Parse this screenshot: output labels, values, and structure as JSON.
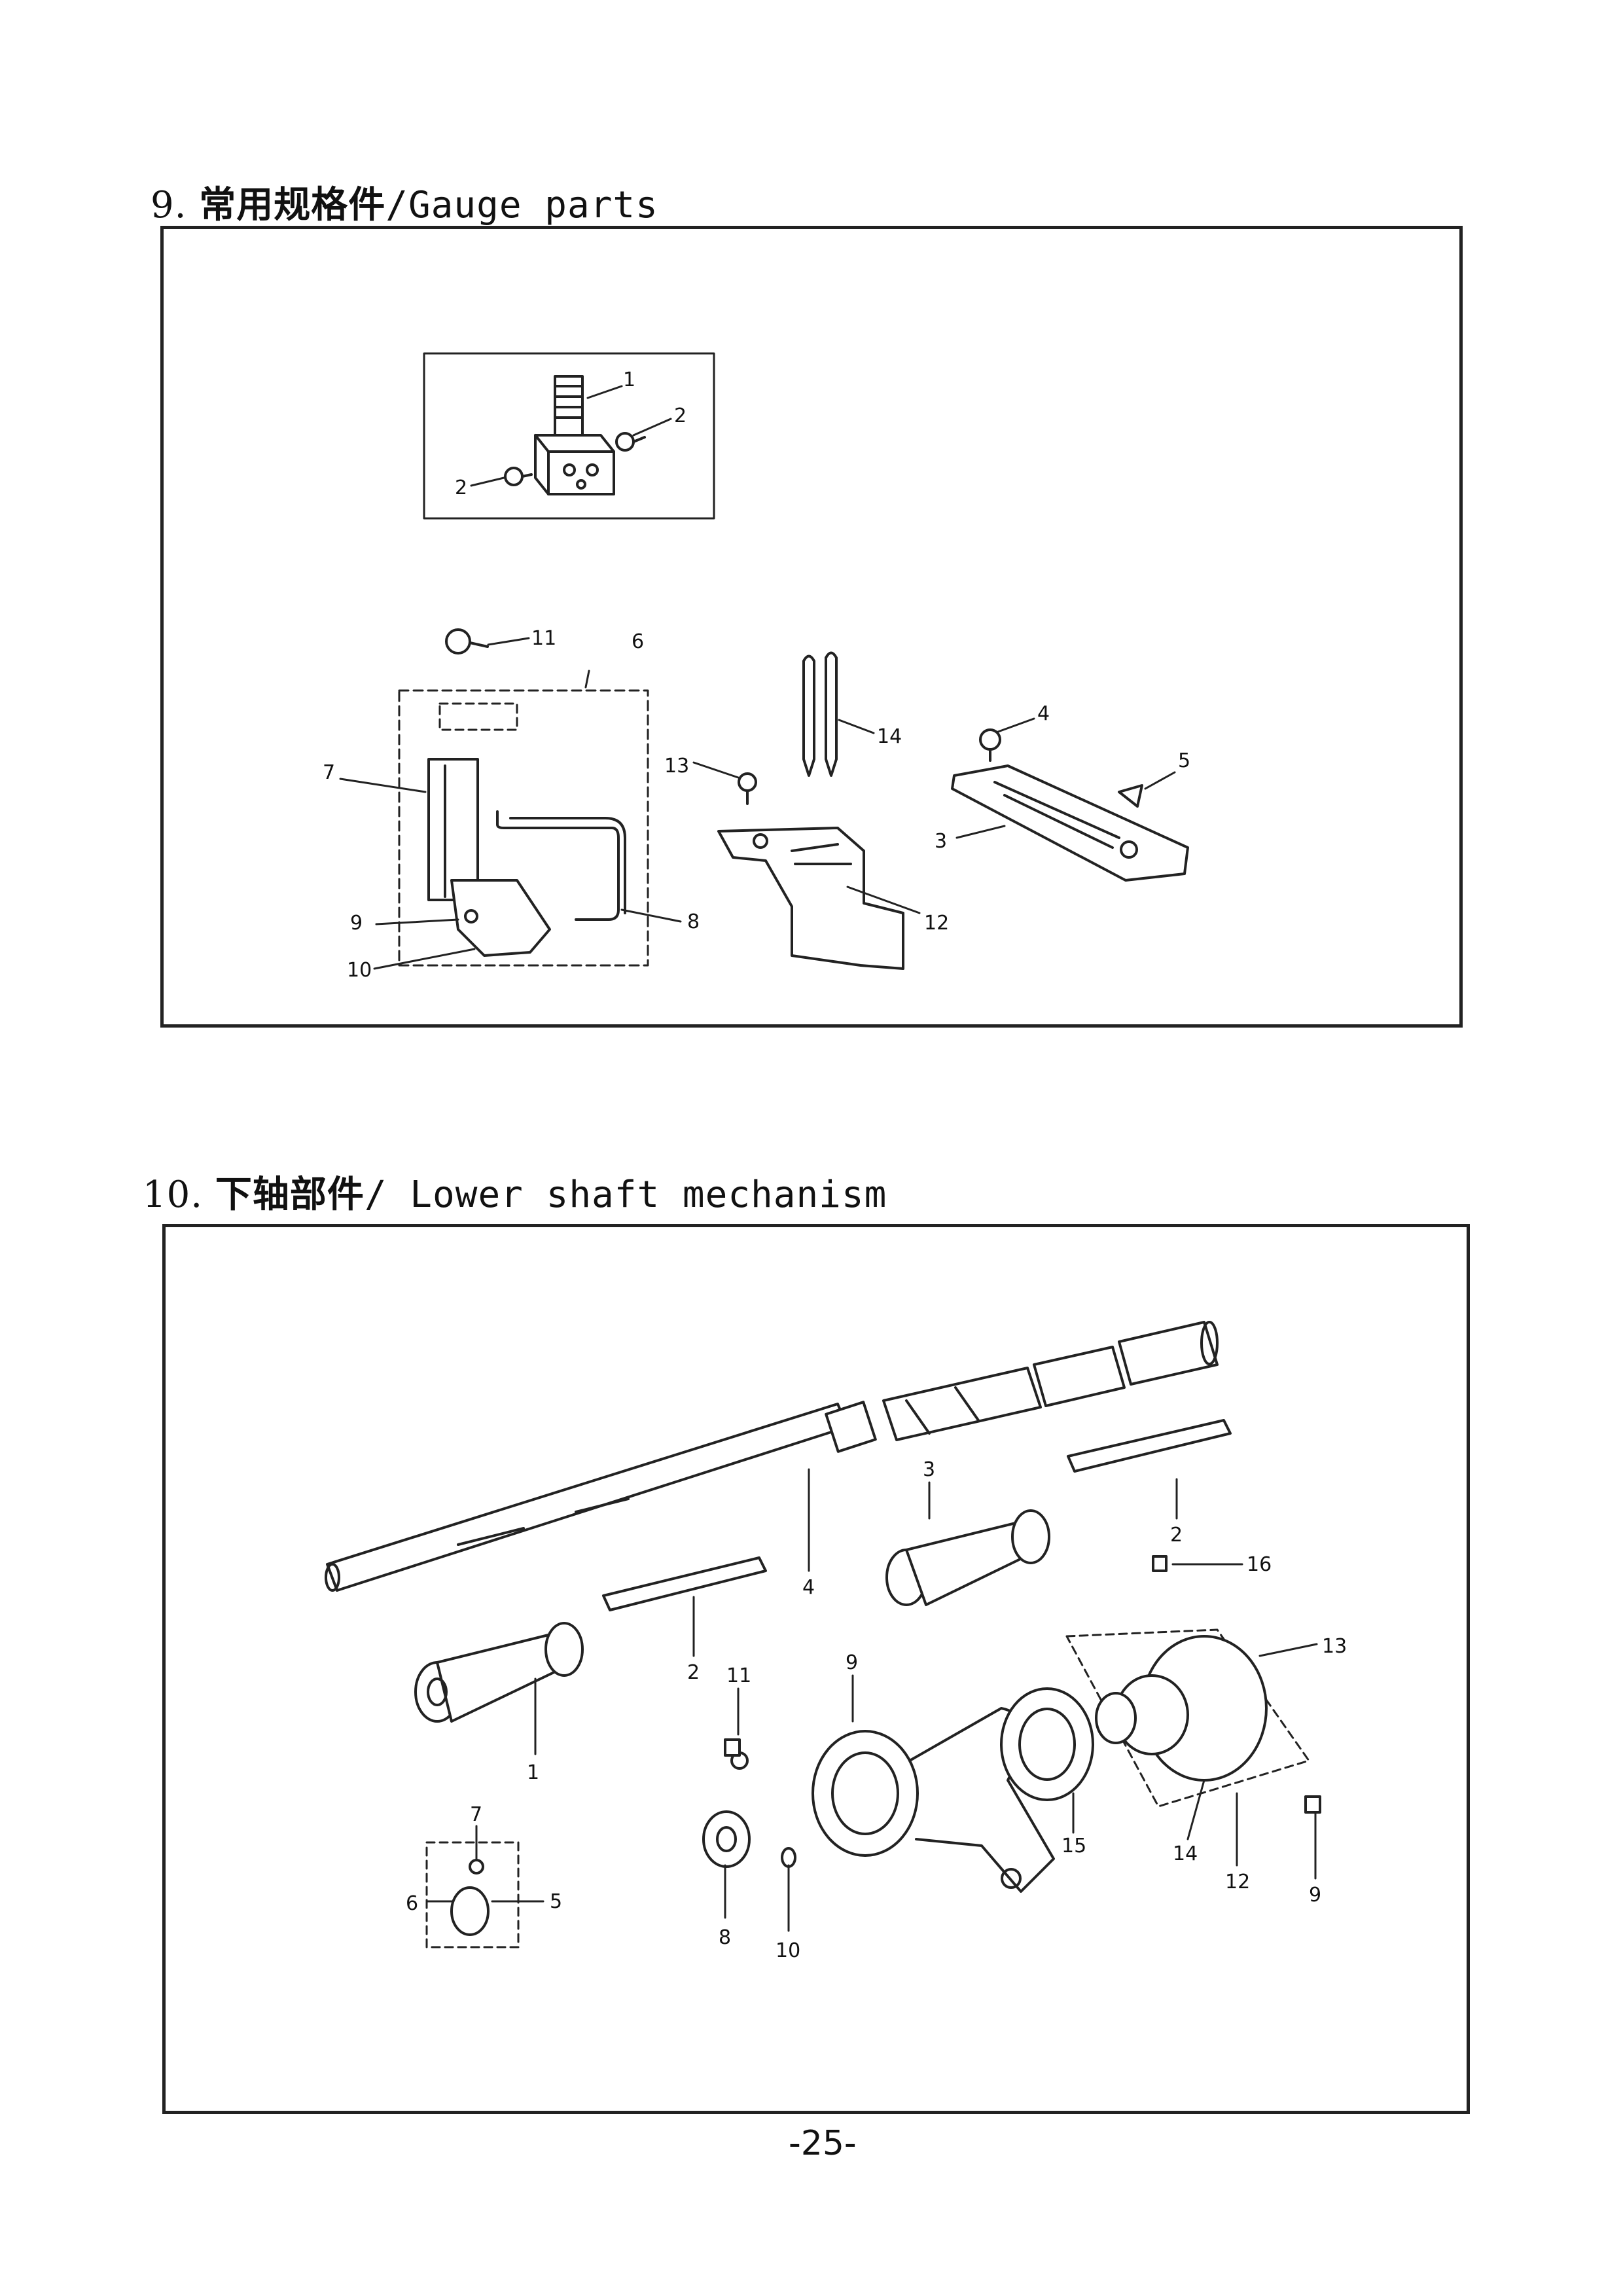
{
  "section9": {
    "number": "9.",
    "title_cn": "常用规格件",
    "separator": "/",
    "title_en": "Gauge parts",
    "callouts": {
      "c1": "1",
      "c2a": "2",
      "c2b": "2",
      "c3": "3",
      "c4": "4",
      "c5": "5",
      "c6": "6",
      "c7": "7",
      "c8": "8",
      "c9": "9",
      "c10": "10",
      "c11": "11",
      "c12": "12",
      "c13": "13",
      "c14": "14"
    }
  },
  "section10": {
    "number": "10.",
    "title_cn": "下轴部件",
    "separator": "/",
    "title_en": " Lower shaft mechanism",
    "callouts": {
      "c1": "1",
      "c2a": "2",
      "c2b": "2",
      "c3": "3",
      "c4": "4",
      "c5": "5",
      "c6": "6",
      "c7": "7",
      "c8": "8",
      "c9a": "9",
      "c9b": "9",
      "c10": "10",
      "c11": "11",
      "c12": "12",
      "c13": "13",
      "c14": "14",
      "c15": "15",
      "c16": "16"
    }
  },
  "page_number": "-25-"
}
